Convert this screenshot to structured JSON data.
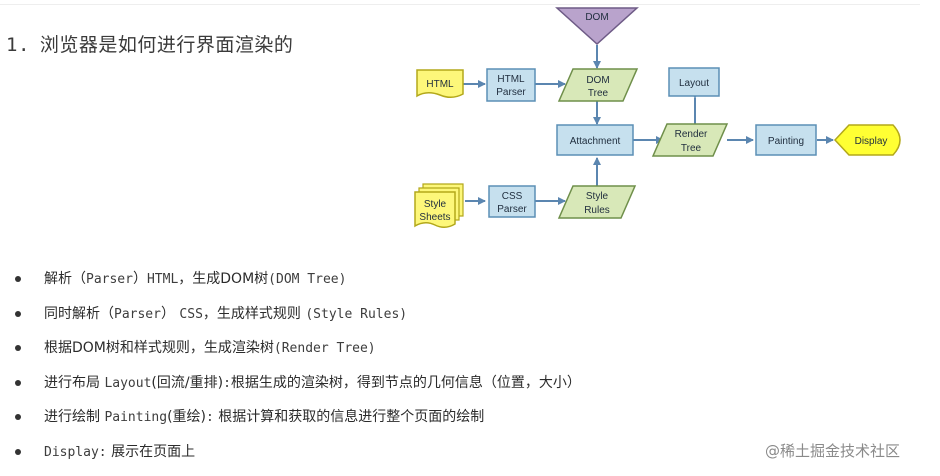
{
  "heading": {
    "number": "1.",
    "text": "浏览器是如何进行界面渲染的"
  },
  "diagram": {
    "colors": {
      "box_fill": "#c6e0ee",
      "box_stroke": "#5b8fb5",
      "data_fill": "#d8e8b8",
      "data_stroke": "#6f8f4a",
      "input_fill": "#fdf77a",
      "input_stroke": "#b3a81a",
      "dom_fill": "#b9a3cc",
      "dom_stroke": "#6e5b86",
      "display_fill": "#ffff33",
      "display_stroke": "#b3a81a",
      "arrow": "#5b86b0"
    },
    "dom_label": "DOM",
    "html_label": "HTML",
    "html_parser": [
      "HTML",
      "Parser"
    ],
    "dom_tree": [
      "DOM",
      "Tree"
    ],
    "layout": "Layout",
    "attachment": "Attachment",
    "render_tree": [
      "Render",
      "Tree"
    ],
    "painting": "Painting",
    "display": "Display",
    "style_sheets": [
      "Style",
      "Sheets"
    ],
    "css_parser": [
      "CSS",
      "Parser"
    ],
    "style_rules": [
      "Style",
      "Rules"
    ]
  },
  "list": [
    {
      "pre": "解析（",
      "mono1": "Parser",
      "mid": "）",
      "mono2": "HTML",
      "post": "，生成DOM树",
      "mono3": "(DOM Tree)"
    },
    {
      "pre": "同时解析（",
      "mono1": "Parser",
      "mid": "） ",
      "mono2": "CSS",
      "post": "，生成样式规则 ",
      "mono3": "(Style Rules)"
    },
    {
      "pre": "根据DOM树和样式规则，生成渲染树",
      "mono1": "(Render Tree)",
      "mid": "",
      "mono2": "",
      "post": "",
      "mono3": ""
    },
    {
      "pre": "进行布局 ",
      "mono1": "Layout",
      "mid": "(回流/重排)",
      "mono2": ":",
      "post": "根据生成的渲染树，得到节点的几何信息（位置，大小）",
      "mono3": ""
    },
    {
      "pre": "进行绘制 ",
      "mono1": "Painting",
      "mid": "(重绘)",
      "mono2": ":",
      "post": " 根据计算和获取的信息进行整个页面的绘制",
      "mono3": ""
    },
    {
      "pre": "",
      "mono1": "Display:",
      "mid": " 展示在页面上",
      "mono2": "",
      "post": "",
      "mono3": ""
    }
  ],
  "watermark": "@稀土掘金技术社区"
}
